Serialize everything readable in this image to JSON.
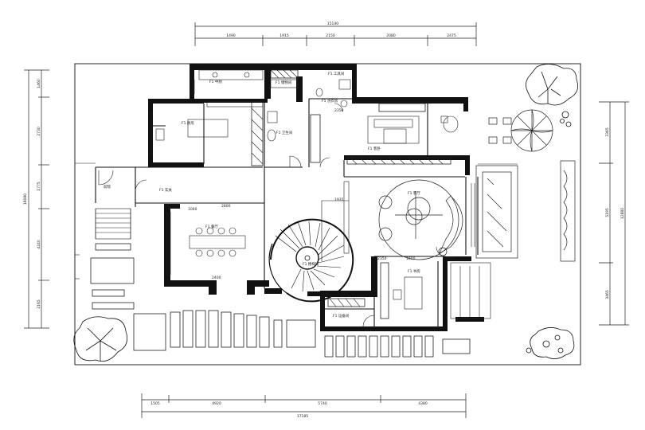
{
  "colors": {
    "ink": "#111111",
    "paper": "#ffffff",
    "hatch": "#333333"
  },
  "dimensions": {
    "top_overall": "15140",
    "top_segments": [
      "1490",
      "1915",
      "2150",
      "2080",
      "2475"
    ],
    "bottom_overall": "17185",
    "bottom_segments": [
      "1505",
      "4920",
      "5740",
      "4380"
    ],
    "left_overall": "16080",
    "left_segments": [
      "1460",
      "2730",
      "1775",
      "4240",
      "2165"
    ],
    "right_overall": "12880",
    "right_segments": [
      "3365",
      "5195",
      "3465"
    ]
  },
  "rooms": {
    "kitchen": "F1 厨房",
    "dining": "F1 餐厅",
    "foyer": "F1 玄关",
    "entry": "前院",
    "laundry": "F1 洗衣房",
    "storage": "F1 储物间",
    "utility": "F1 工具间",
    "bath": "F1 卫生间",
    "guest_bed": "F1 客卧",
    "living": "F1 客厅",
    "stair": "F1 楼梯间",
    "study": "F1 书房",
    "garage_store": "F1 设备间",
    "pantry": "F1 中厨"
  },
  "inner_dims": [
    "1060",
    "2800",
    "2400",
    "1935",
    "2350",
    "1600",
    "1060",
    "2350"
  ],
  "icons": [
    "tree-icon",
    "umbrella-table-icon",
    "spiral-stair-icon",
    "round-table-icon"
  ]
}
